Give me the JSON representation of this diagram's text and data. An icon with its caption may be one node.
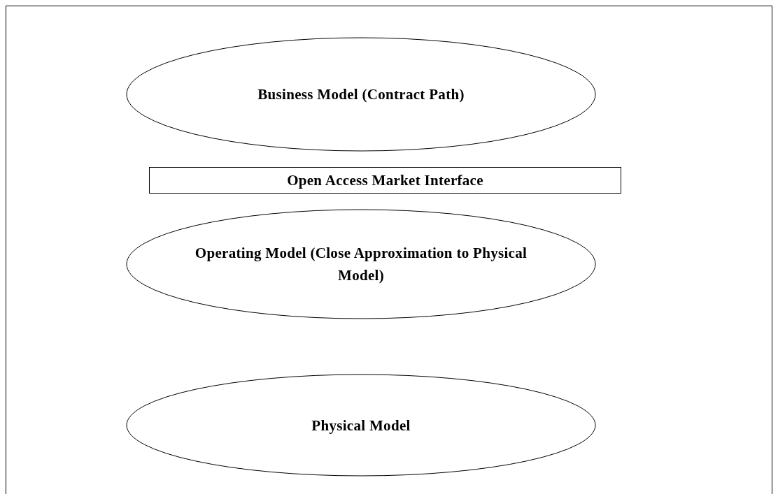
{
  "diagram": {
    "nodes": [
      {
        "text": [
          "Business Model (Contract Path)"
        ]
      },
      {
        "text": [
          "Open Access Market Interface"
        ]
      },
      {
        "text": [
          "Operating Model (Close Approximation to Physical Model)"
        ]
      },
      {
        "text": [
          "Physical Model"
        ]
      }
    ]
  }
}
